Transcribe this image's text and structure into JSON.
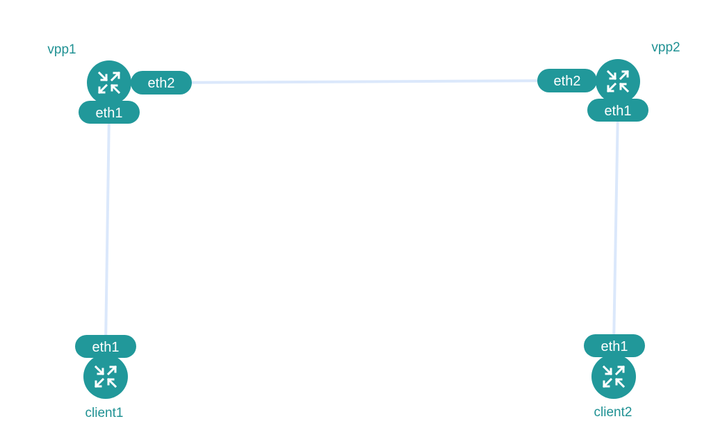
{
  "theme": {
    "node_color": "#21989a",
    "link_color": "#dbe8fb",
    "label_color": "#1f9193",
    "icon_color": "#ffffff"
  },
  "nodes": [
    {
      "id": "vpp1",
      "label": "vpp1",
      "icon": "router-icon"
    },
    {
      "id": "vpp2",
      "label": "vpp2",
      "icon": "router-icon"
    },
    {
      "id": "client1",
      "label": "client1",
      "icon": "router-icon"
    },
    {
      "id": "client2",
      "label": "client2",
      "icon": "router-icon"
    }
  ],
  "links": [
    {
      "a": "vpp1",
      "a_iface": "eth2",
      "b": "vpp2",
      "b_iface": "eth2"
    },
    {
      "a": "vpp1",
      "a_iface": "eth1",
      "b": "client1",
      "b_iface": "eth1"
    },
    {
      "a": "vpp2",
      "a_iface": "eth1",
      "b": "client2",
      "b_iface": "eth1"
    }
  ]
}
